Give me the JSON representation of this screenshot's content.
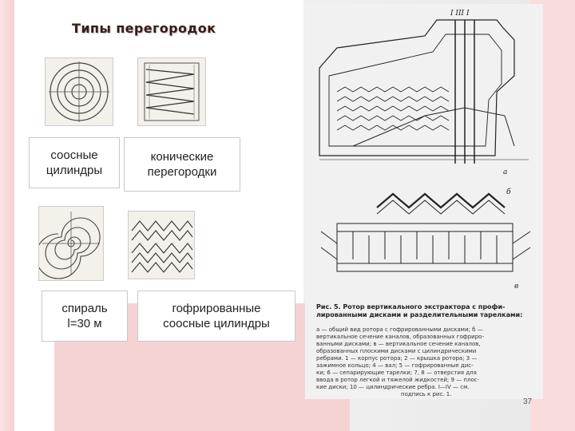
{
  "slide": {
    "title": "Типы  перегородок",
    "page_number": "37"
  },
  "cells": [
    {
      "line1": "соосные",
      "line2": "цилиндры"
    },
    {
      "line1": "конические",
      "line2": "перегородки"
    },
    {
      "line1": "спираль",
      "line2": "l=30 м"
    },
    {
      "line1": "гофрированные",
      "line2": "соосные цилиндры"
    }
  ],
  "figure": {
    "top_labels": "I  III  I",
    "label_a": "а",
    "label_b": "б",
    "label_v": "в",
    "caption_title": "Рис. 5. Ротор вертикального экстрактора с профилированными дисками и разделительными тарелками:",
    "caption_lines": [
      "а — общий вид ротора с гофрированными дисками; б —",
      "вертикальное сечение каналов, образованных гофриро-",
      "ванными дисками; в — вертикальное сечение каналов,",
      "образованных плоскими дисками с цилиндрическими",
      "ребрами. 1 — корпус ротора; 2 — крышка ротора; 3 —",
      "зажимное кольцо; 4 — вал; 5 — гофрированные дис-",
      "ки; 6 — сепарирующие тарелки; 7, 8 — отверстия для",
      "ввода в ротор легкой и тяжелой жидкостей; 9 — плос-",
      "кие диски; 10 — цилиндрические ребра. I—IV — см.",
      "подпись к рис. 1."
    ]
  }
}
